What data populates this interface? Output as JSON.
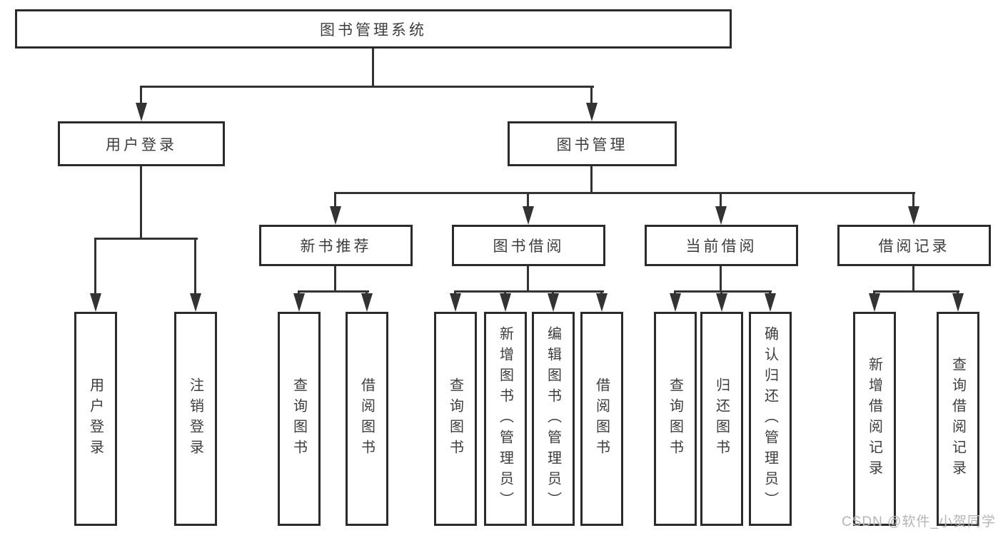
{
  "colors": {
    "line": "#333333",
    "box_border": "#2b2b2b",
    "text": "#3d3d3d",
    "watermark": "#b5b5b5",
    "background": "#ffffff"
  },
  "diagram": {
    "root": {
      "label": "图书管理系统"
    },
    "level2": [
      {
        "label": "用户登录"
      },
      {
        "label": "图书管理"
      }
    ],
    "level3": [
      {
        "label": "新书推荐"
      },
      {
        "label": "图书借阅"
      },
      {
        "label": "当前借阅"
      },
      {
        "label": "借阅记录"
      }
    ],
    "leaves": {
      "login": [
        {
          "label": "用户登录"
        },
        {
          "label": "注销登录"
        }
      ],
      "recommend": [
        {
          "label": "查询图书"
        },
        {
          "label": "借阅图书"
        }
      ],
      "borrow": [
        {
          "label": "查询图书"
        },
        {
          "label": "新增图书（管理员）"
        },
        {
          "label": "编辑图书（管理员）"
        },
        {
          "label": "借阅图书"
        }
      ],
      "current": [
        {
          "label": "查询图书"
        },
        {
          "label": "归还图书"
        },
        {
          "label": "确认归还（管理员）"
        }
      ],
      "records": [
        {
          "label": "新增借阅记录"
        },
        {
          "label": "查询借阅记录"
        }
      ]
    }
  },
  "watermark": {
    "text": "CSDN @软件_小贺同学"
  }
}
